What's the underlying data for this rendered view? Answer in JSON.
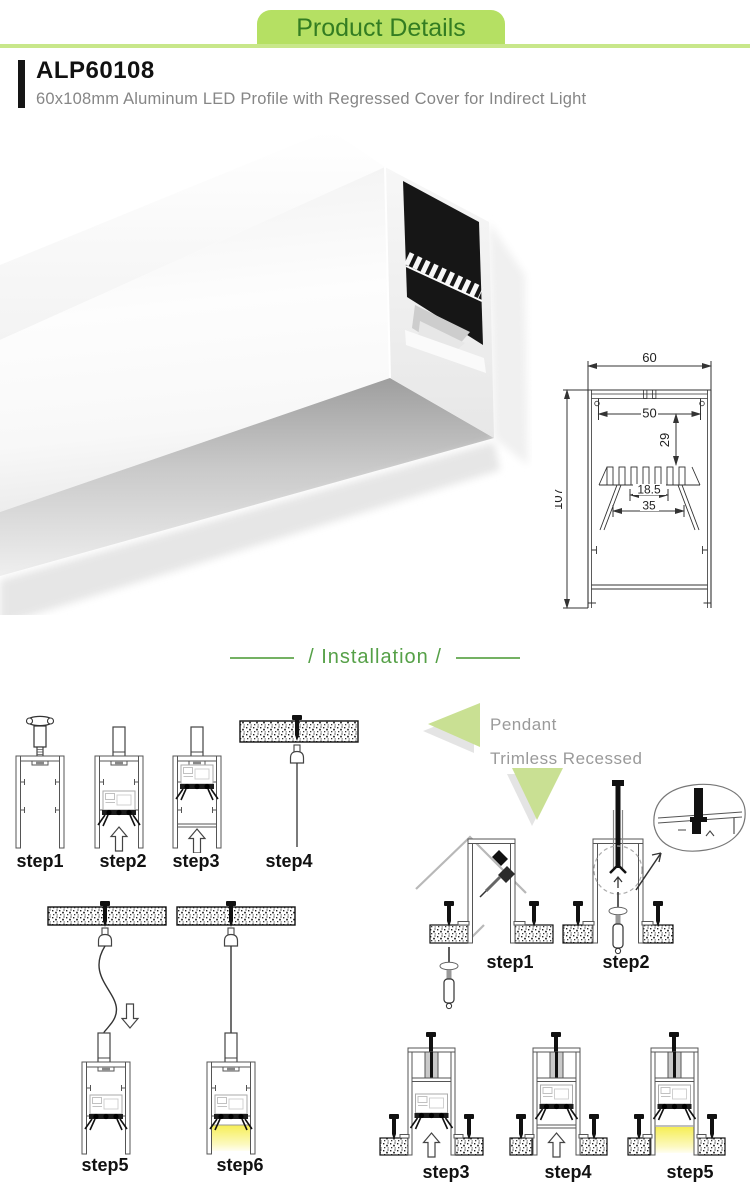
{
  "header": {
    "banner_title": "Product Details"
  },
  "product": {
    "model": "ALP60108",
    "description": "60x108mm Aluminum LED Profile with Regressed Cover for Indirect Light"
  },
  "drawing": {
    "dims": {
      "width_top": "60",
      "width_inner": "50",
      "depth": "29",
      "height": "107",
      "slot": "18.5",
      "base": "35"
    }
  },
  "installation": {
    "heading": "/ Installation /",
    "pendant_label": "Pendant",
    "recessed_label": "Trimless Recessed",
    "pendant_steps": [
      "step1",
      "step2",
      "step3",
      "step4",
      "step5",
      "step6"
    ],
    "recessed_steps": [
      "step1",
      "step2",
      "step3",
      "step4",
      "step5"
    ]
  },
  "colors": {
    "banner_bg": "#b5e063",
    "banner_text": "#337d22",
    "underline": "#c8e78a",
    "heading_green": "#55a047",
    "triangle_green": "#c9e093",
    "label_gray": "#9a9a9a",
    "glow_yellow": "#f6ee55"
  }
}
